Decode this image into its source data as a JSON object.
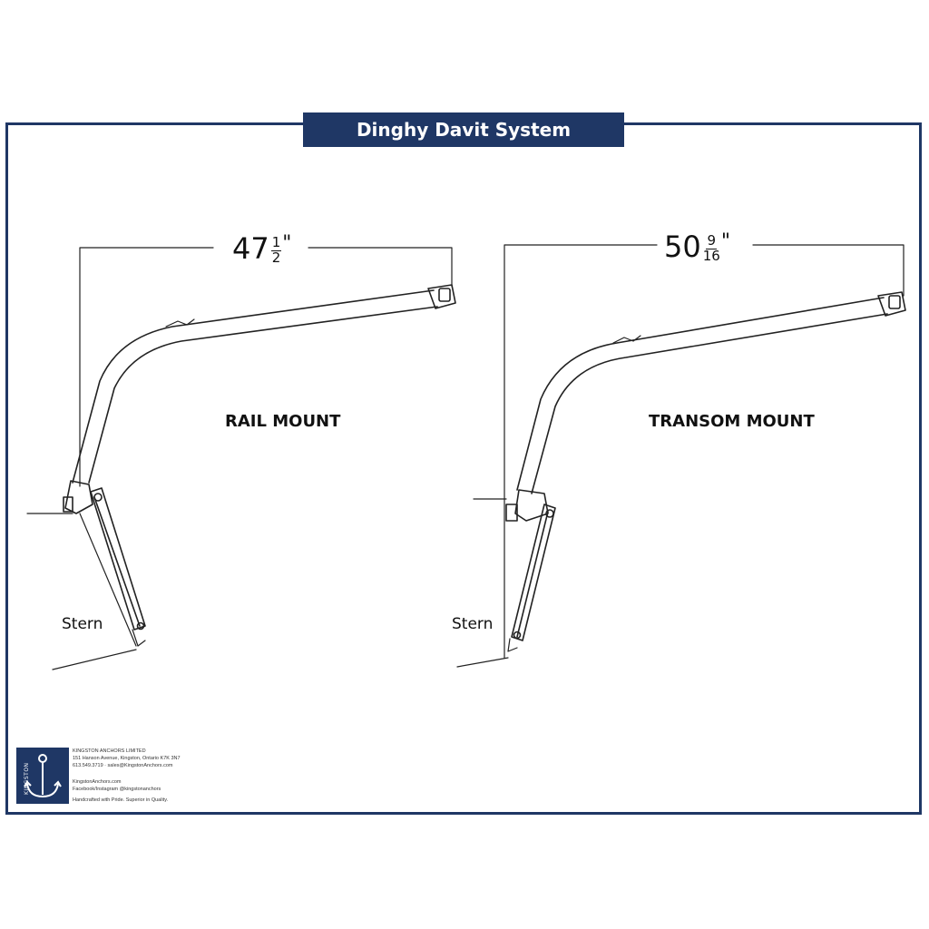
{
  "title": "Dinghy Davit System",
  "rail": {
    "label": "RAIL MOUNT",
    "dim_whole": "47",
    "dim_num": "1",
    "dim_den": "2",
    "dim_unit": "\"",
    "stern": "Stern"
  },
  "transom": {
    "label": "TRANSOM MOUNT",
    "dim_whole": "50",
    "dim_num": "9",
    "dim_den": "16",
    "dim_unit": "\"",
    "stern": "Stern"
  },
  "company": {
    "name": "KINGSTON ANCHORS LIMITED",
    "address": "151 Hanson Avenue, Kingston, Ontario K7K 3N7",
    "contact": "613.549.3719 · sales@KingstonAnchors.com",
    "website": "KingstonAnchors.com",
    "social": "Facebook/Instagram @kingstonanchors",
    "tagline": "Handcrafted with Pride. Superior in Quality.",
    "logo_text": "KINGSTON"
  },
  "colors": {
    "navy": "#1f3765",
    "line": "#222222"
  }
}
